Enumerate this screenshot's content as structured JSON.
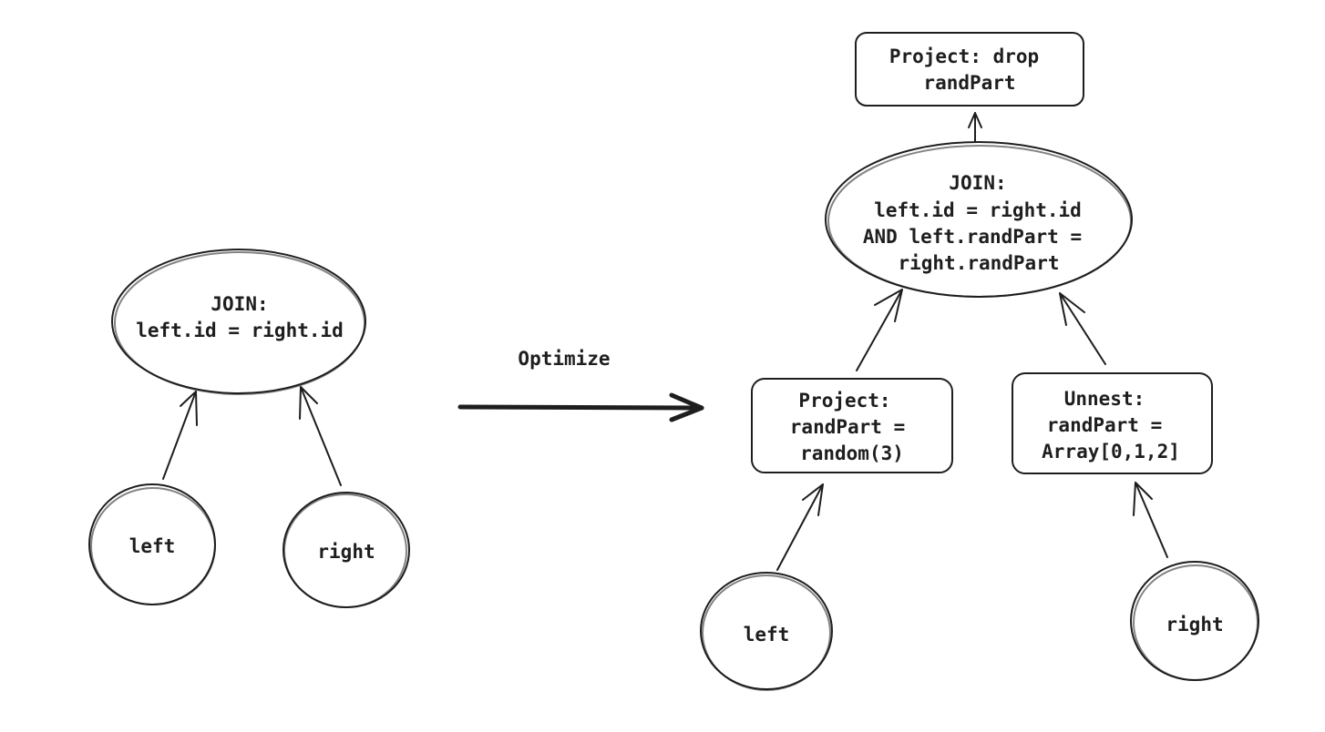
{
  "before": {
    "join_node": {
      "lines": [
        "JOIN:",
        "left.id = right.id"
      ]
    },
    "left_input": {
      "label": "left"
    },
    "right_input": {
      "label": "right"
    }
  },
  "transform": {
    "label": "Optimize"
  },
  "after": {
    "project_drop_node": {
      "lines": [
        "Project: drop",
        "randPart"
      ]
    },
    "join_node": {
      "lines": [
        "JOIN:",
        "left.id = right.id",
        "AND left.randPart =",
        "right.randPart"
      ]
    },
    "project_node": {
      "lines": [
        "Project:",
        "randPart =",
        "random(3)"
      ]
    },
    "unnest_node": {
      "lines": [
        "Unnest:",
        "randPart =",
        "Array[0,1,2]"
      ]
    },
    "left_input": {
      "label": "left"
    },
    "right_input": {
      "label": "right"
    }
  }
}
